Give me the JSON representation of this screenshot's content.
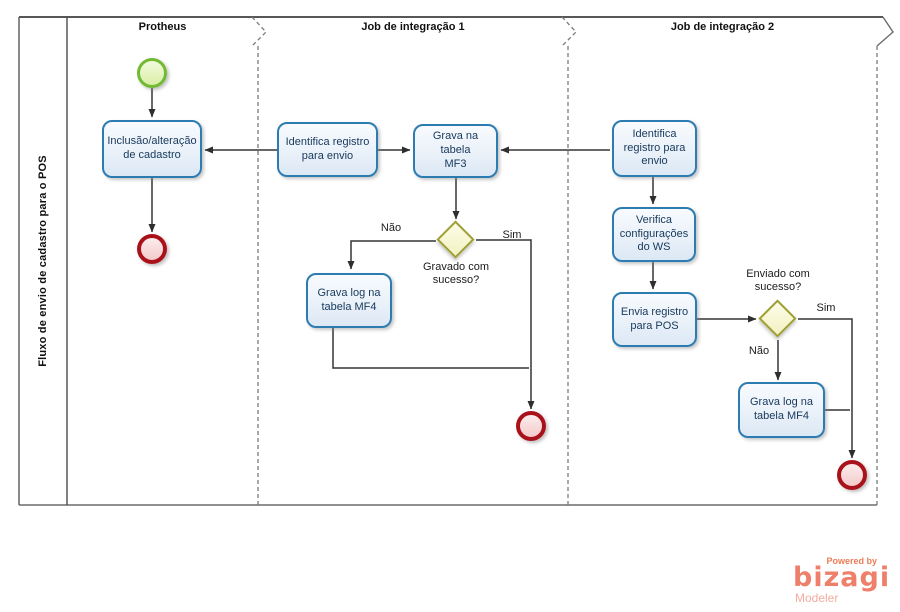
{
  "diagram": {
    "pool_title": "Fluxo de envio de cadastro para o POS",
    "lanes": [
      {
        "label": "Protheus"
      },
      {
        "label": "Job de integração 1"
      },
      {
        "label": "Job de integração 2"
      }
    ],
    "tasks": [
      {
        "id": "inclusao-alteracao-cadastro",
        "label": "Inclusão/alteração\nde cadastro"
      },
      {
        "id": "identifica-registro-job1",
        "label": "Identifica registro\npara envio"
      },
      {
        "id": "grava-tabela-mf3",
        "label": "Grava na tabela\nMF3"
      },
      {
        "id": "grava-log-mf4-job1",
        "label": "Grava log na\ntabela MF4"
      },
      {
        "id": "identifica-registro-job2",
        "label": "Identifica\nregistro para\nenvio"
      },
      {
        "id": "verifica-configuracoes-ws",
        "label": "Verifica\nconfigurações\ndo WS"
      },
      {
        "id": "envia-registro-pos",
        "label": "Envia registro\npara POS"
      },
      {
        "id": "grava-log-mf4-job2",
        "label": "Grava log na\ntabela MF4"
      }
    ],
    "gateways": [
      {
        "question": "Gravado com\nsucesso?"
      },
      {
        "question": "Enviado com\nsucesso?"
      }
    ],
    "branch_labels": {
      "yes": "Sim",
      "no": "Não"
    },
    "colors": {
      "task_border": "#2d7cb1",
      "task_fill": "#e8f0f9",
      "start_event": "#71ba32",
      "end_event": "#aa121b",
      "gateway": "#9f9f33",
      "connector": "#353535",
      "brand": "#ee7f6b"
    }
  },
  "branding": {
    "powered_by": "Powered by",
    "brand": "bizagi",
    "product": "Modeler"
  }
}
